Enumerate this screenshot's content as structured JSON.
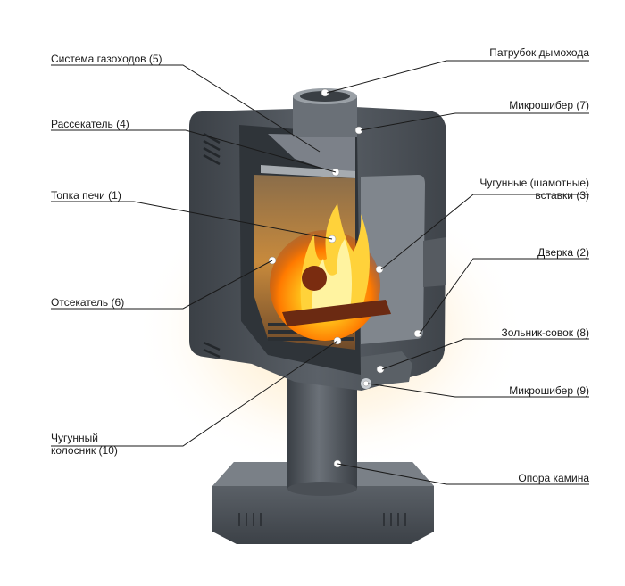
{
  "callouts": {
    "gas_ducts": "Система газоходов (5)",
    "flue_pipe": "Патрубок дымохода",
    "micro_damper_top": "Микрошибер (7)",
    "divider": "Рассекатель (4)",
    "inserts_line1": "Чугунные (шамотные)",
    "inserts_line2": "вставки (3)",
    "firebox": "Топка печи (1)",
    "door": "Дверка (2)",
    "cutoff": "Отсекатель (6)",
    "ash_pan": "Зольник-совок (8)",
    "micro_damper_bottom": "Микрошибер (9)",
    "grate_line1": "Чугунный",
    "grate_line2": "колосник (10)",
    "support": "Опора камина"
  },
  "colors": {
    "body": "#4a4f55",
    "line": "#1a1a1a",
    "fire": "#ffb400"
  },
  "icons": [
    "stove-illustration"
  ]
}
